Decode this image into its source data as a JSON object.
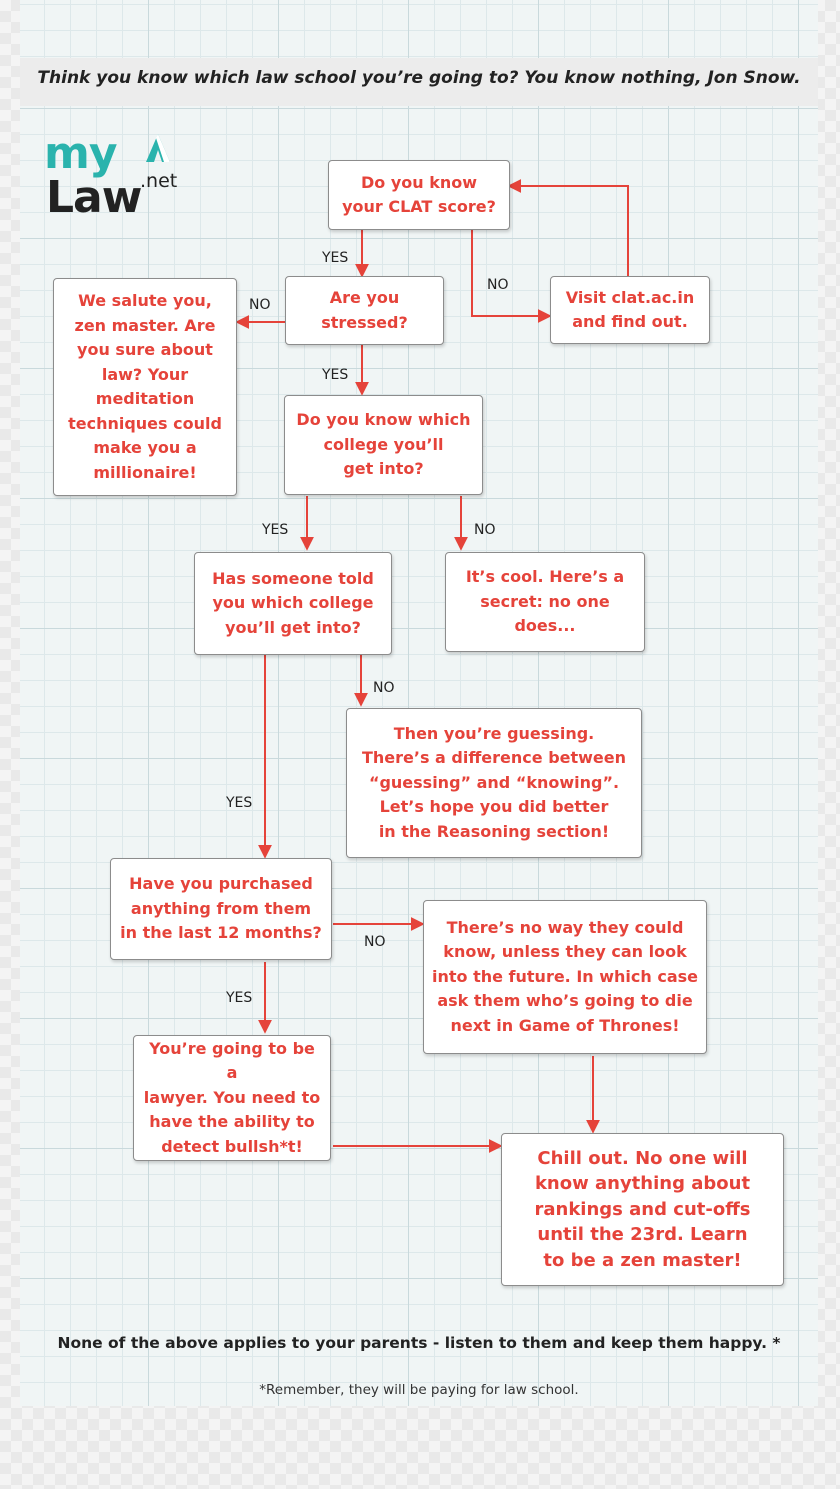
{
  "headline": "Think you know which law school you’re going to? You know nothing, Jon Snow.",
  "logo": {
    "my": "my",
    "law": "Law",
    "net": ".net"
  },
  "colors": {
    "accent": "#e5433a",
    "brand": "#2ab3ad",
    "text": "#222222"
  },
  "nodes": {
    "clat_score": "Do you know\nyour CLAT score?",
    "visit_clat": "Visit clat.ac.in\nand find out.",
    "stressed": "Are you\nstressed?",
    "zen_master": "We salute you,\nzen master. Are\nyou sure about\nlaw? Your\nmeditation\ntechniques could\nmake you a\nmillionaire!",
    "know_college": "Do you know which\ncollege you’ll\nget into?",
    "someone_told": "Has someone told\nyou which college\nyou’ll get into?",
    "no_one_does": "It’s cool. Here’s a\nsecret: no one\ndoes...",
    "guessing": "Then you’re guessing.\nThere’s a difference between\n“guessing” and “knowing”.\nLet’s hope you did better\nin the Reasoning section!",
    "purchased": "Have you purchased\nanything from them\nin the last 12 months?",
    "no_way": "There’s no way they could\nknow, unless they can look\ninto the future. In which case\nask them who’s going to die\nnext in Game of Thrones!",
    "lawyer": "You’re going to be a\nlawyer. You need to\nhave the ability to\ndetect bullsh*t!",
    "chill_out": "Chill out. No one will\nknow anything about\nrankings and cut-offs\nuntil the 23rd. Learn\nto be a zen master!"
  },
  "edge_labels": {
    "clat_yes": "YES",
    "clat_no": "NO",
    "stressed_no": "NO",
    "stressed_yes": "YES",
    "college_yes": "YES",
    "college_no": "NO",
    "told_no": "NO",
    "told_yes": "YES",
    "purchased_no": "NO",
    "purchased_yes": "YES"
  },
  "footer": {
    "main": "None of the above applies to your parents - listen to them and keep them happy. *",
    "note": "*Remember, they will be paying for law school."
  }
}
